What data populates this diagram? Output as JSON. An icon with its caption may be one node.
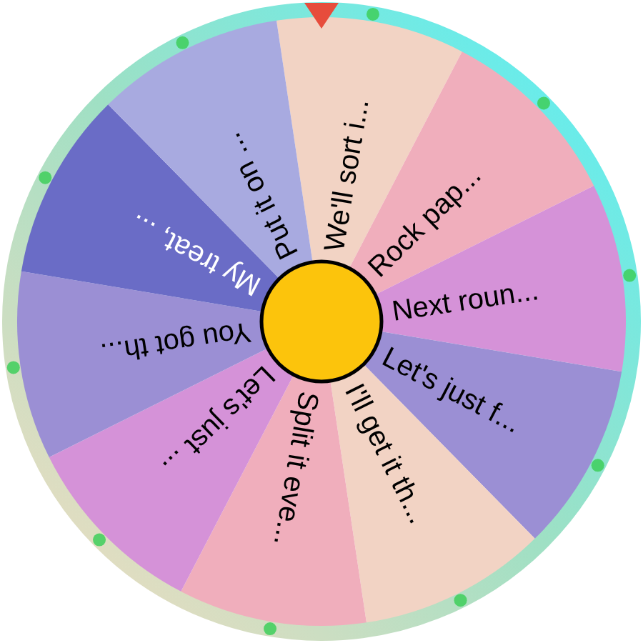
{
  "diagram": {
    "nodes": [
      {
        "text": [
          "We'll sort i..."
        ]
      },
      {
        "text": [
          "Rock pap..."
        ]
      },
      {
        "text": [
          "Next roun..."
        ]
      },
      {
        "text": [
          "Let's just f..."
        ]
      },
      {
        "text": [
          "I'll get it th..."
        ]
      },
      {
        "text": [
          "Split it eve..."
        ]
      },
      {
        "text": [
          "Let's just ..."
        ]
      },
      {
        "text": [
          "You got th..."
        ]
      },
      {
        "text": [
          "My treat, ..."
        ]
      },
      {
        "text": [
          "Put it on ..."
        ]
      },
      {
        "text": [],
        "shape": "circle"
      }
    ]
  }
}
